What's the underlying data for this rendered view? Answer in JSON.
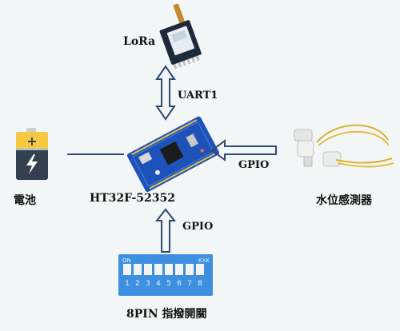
{
  "nodes": {
    "lora": {
      "label": "LoRa",
      "icon": "lora-module-icon"
    },
    "mcu": {
      "label": "HT32F-52352",
      "icon": "dev-board-icon"
    },
    "battery": {
      "label": "電池",
      "icon": "battery-icon"
    },
    "sensor": {
      "label": "水位感測器",
      "icon": "water-level-sensor-icon"
    },
    "dip": {
      "label": "8PIN 指撥開關",
      "icon": "dip-switch-icon",
      "on_text": "ON",
      "brand_text": "KXK",
      "pin_numbers": [
        "1",
        "2",
        "3",
        "4",
        "5",
        "6",
        "7",
        "8"
      ]
    }
  },
  "edges": [
    {
      "from": "mcu",
      "to": "lora",
      "label": "UART1",
      "style": "double-arrow"
    },
    {
      "from": "sensor",
      "to": "mcu",
      "label": "GPIO",
      "style": "arrow"
    },
    {
      "from": "dip",
      "to": "mcu",
      "label": "GPIO",
      "style": "arrow"
    },
    {
      "from": "battery",
      "to": "mcu",
      "label": "",
      "style": "line"
    }
  ],
  "colors": {
    "background": "#f3f6f7",
    "arrow_stroke": "#2c4a6e",
    "battery_top": "#f6c945",
    "battery_bottom": "#32404f",
    "board": "#1f52b8",
    "dip_body": "#3d8fe0"
  }
}
